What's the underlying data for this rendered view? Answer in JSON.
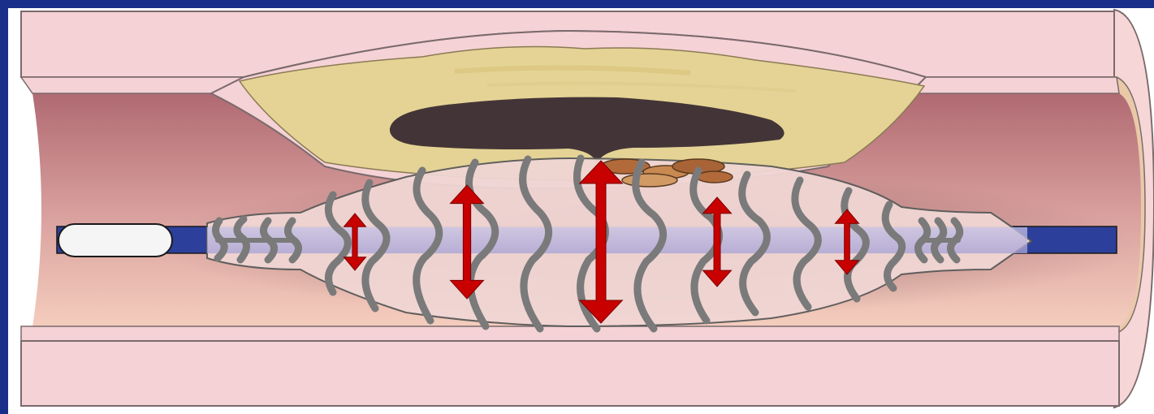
{
  "colors": {
    "frame": "#1a2f8a",
    "vessel_wall": "#f5d2d5",
    "vessel_wall_edge": "#7a6a6c",
    "lumen_top": "#b06a72",
    "lumen_bottom": "#f2c6b8",
    "adventitia": "#e9c9a8",
    "plaque": "#e4d394",
    "necrotic_core": "#433537",
    "calcification": "#b36a3a",
    "balloon": "#f0d6d4",
    "guidewire": "#2c3f9a",
    "guidewire_glow": "#b9b4dc",
    "catheter_tip": "#f5f5f5",
    "stent_strut": "#7a7a7a",
    "arrow": "#c80000"
  },
  "icons": {
    "expansion_arrow": "double-headed-arrow",
    "stent": "zigzag-strut-stent"
  },
  "expansion_arrows": [
    {
      "relative_force": 0.35
    },
    {
      "relative_force": 0.7
    },
    {
      "relative_force": 1.0
    },
    {
      "relative_force": 0.55
    },
    {
      "relative_force": 0.4
    }
  ]
}
